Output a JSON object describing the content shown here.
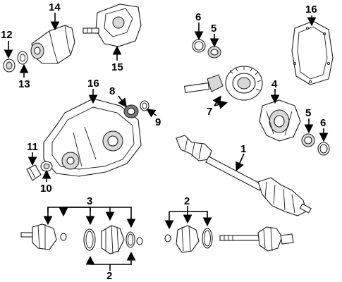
{
  "callouts": {
    "c1": "1",
    "c2a": "2",
    "c2b": "2",
    "c3": "3",
    "c4": "4",
    "c5a": "5",
    "c5b": "5",
    "c6a": "6",
    "c6b": "6",
    "c7": "7",
    "c8": "8",
    "c9": "9",
    "c10": "10",
    "c11": "11",
    "c12": "12",
    "c13": "13",
    "c14": "14",
    "c15": "15",
    "c16a": "16",
    "c16b": "16"
  }
}
